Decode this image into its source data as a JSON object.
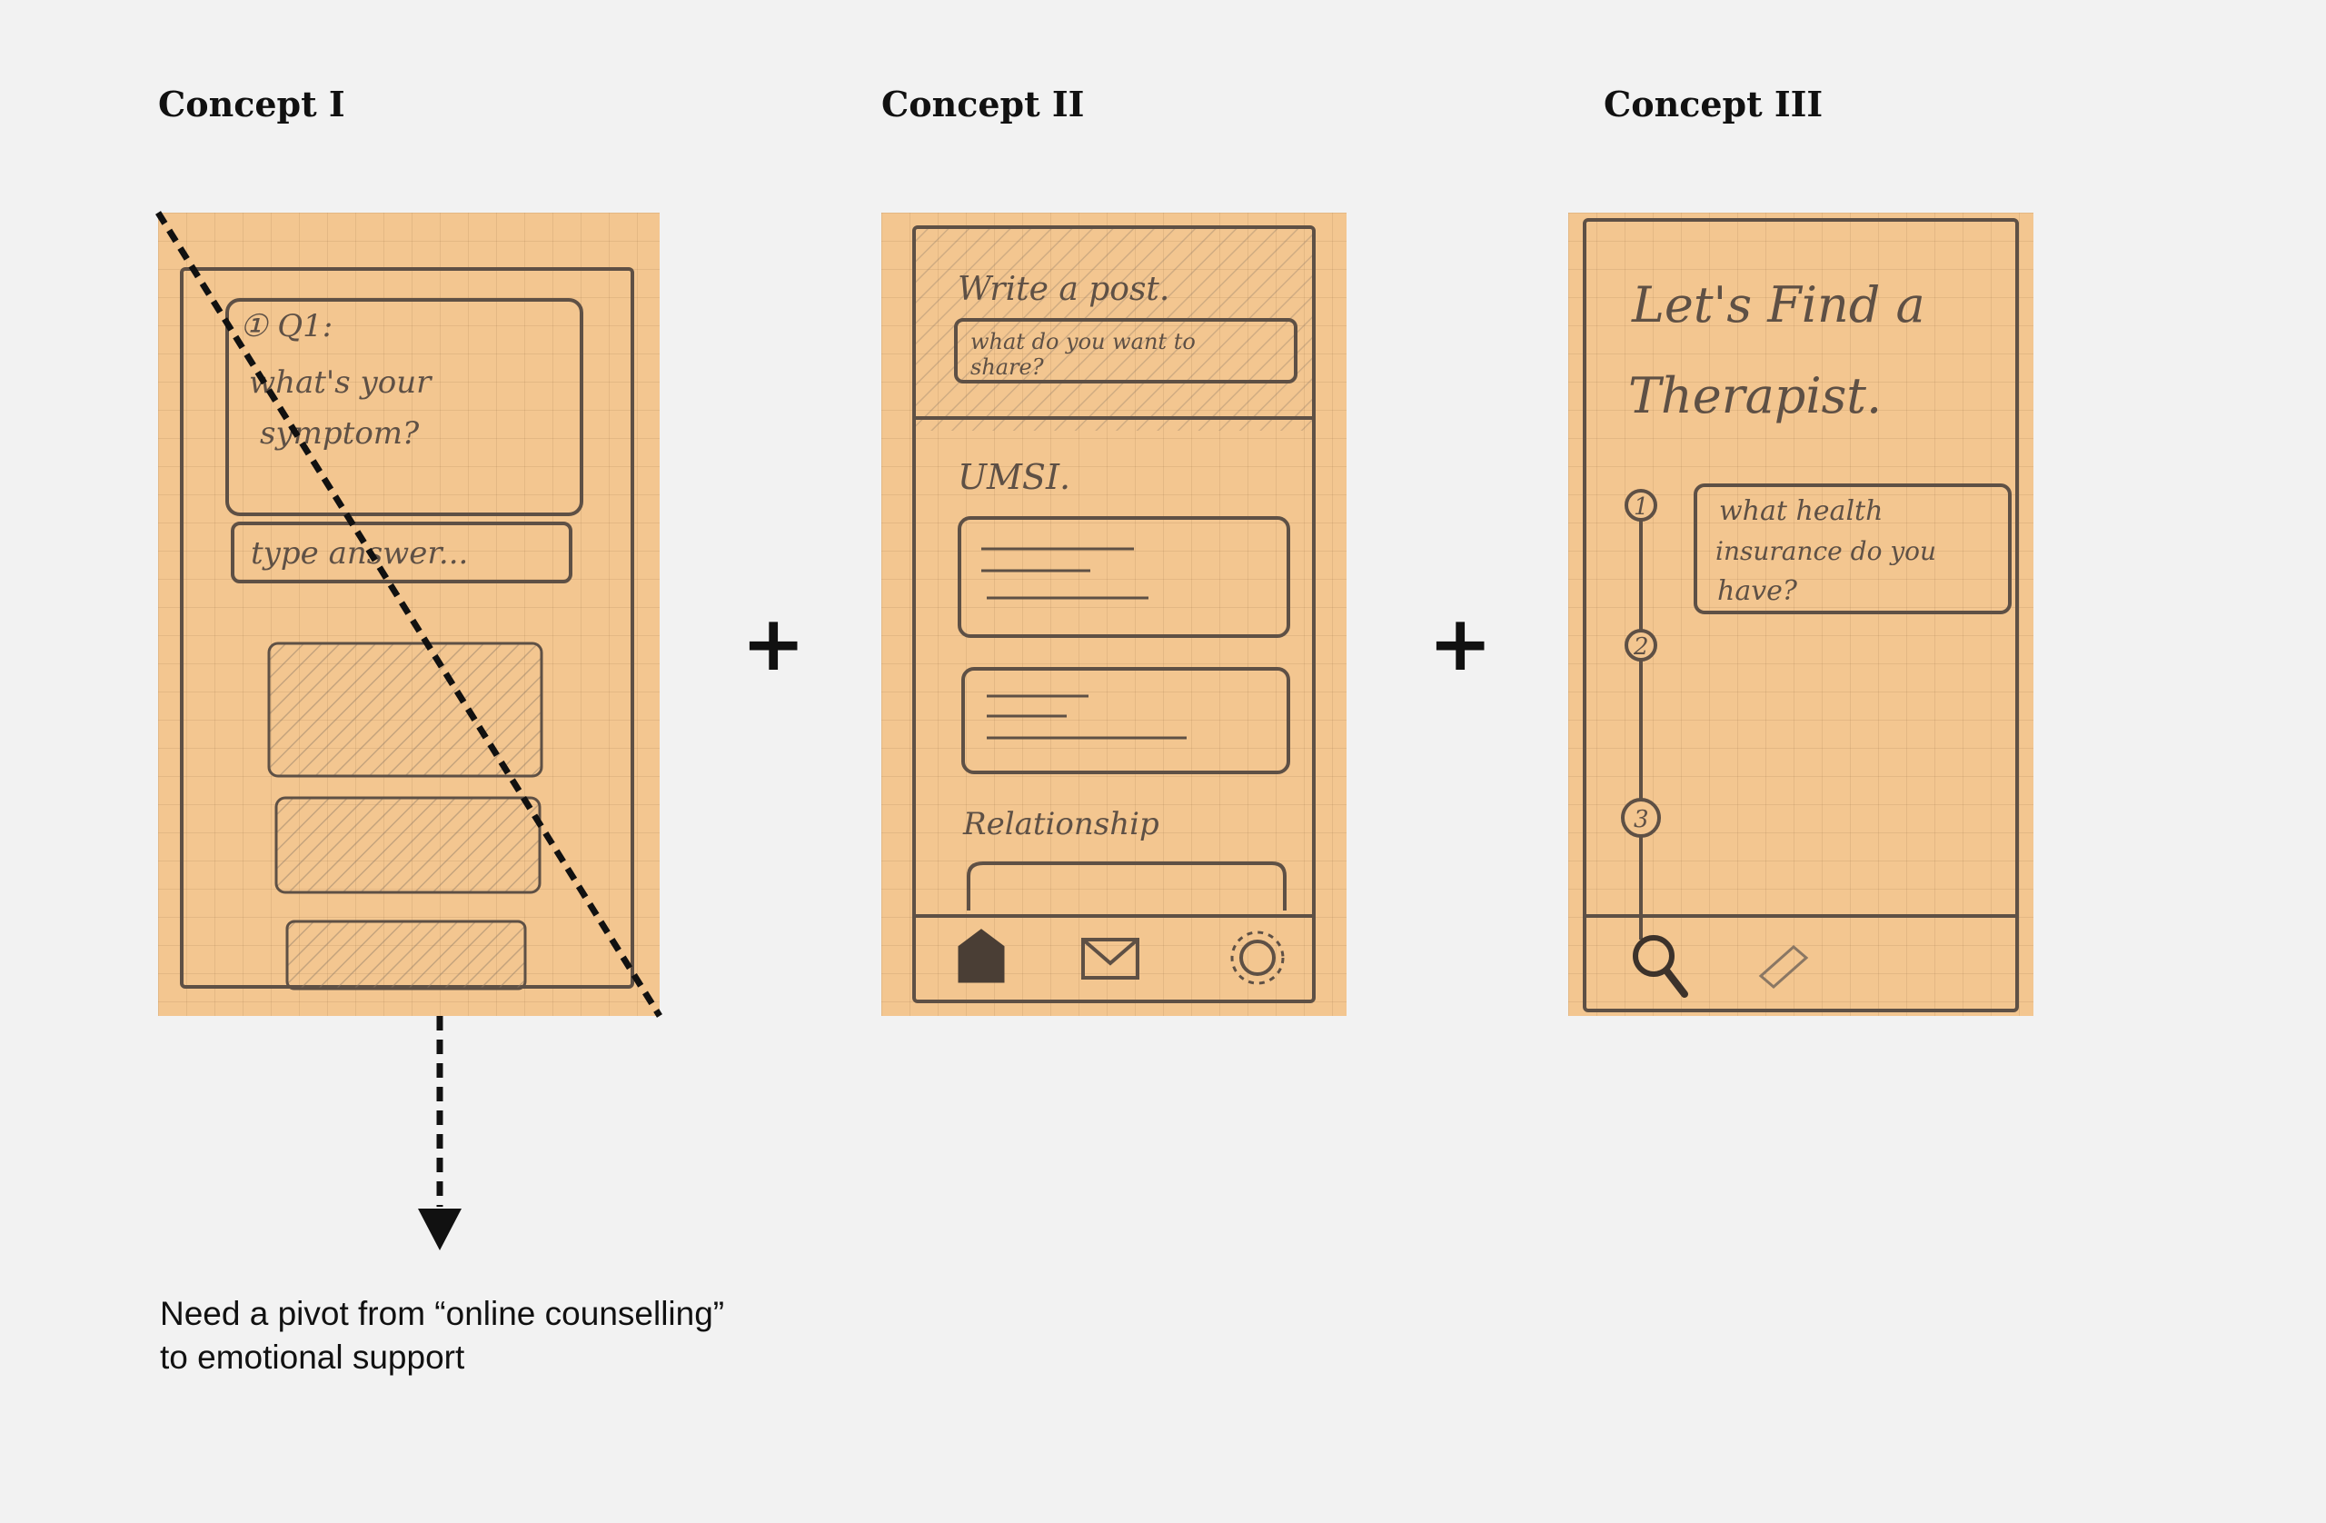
{
  "concepts": [
    {
      "title": "Concept I",
      "sketch": {
        "question_number": "① Q1:",
        "question_line1": "what's your",
        "question_line2": "symptom?",
        "answer_placeholder": "type answer..."
      }
    },
    {
      "title": "Concept II",
      "sketch": {
        "header": "Write a post.",
        "input_line1": "what do you want to",
        "input_line2": "share?",
        "section1": "UMSI.",
        "section2": "Relationship",
        "nav_icons": [
          "home-icon",
          "mail-icon",
          "settings-gear-icon"
        ]
      }
    },
    {
      "title": "Concept III",
      "sketch": {
        "title_line1": "Let's Find a",
        "title_line2": "Therapist.",
        "steps": [
          "1",
          "2",
          "3"
        ],
        "question_line1": "what health",
        "question_line2": "insurance do you",
        "question_line3": "have?",
        "nav_icons": [
          "search-icon",
          "edit-pencil-icon"
        ]
      }
    }
  ],
  "operators": [
    "+",
    "+"
  ],
  "note": {
    "line1": "Need a pivot from “online counselling”",
    "line2": "to emotional support"
  },
  "colors": {
    "background": "#f2f2f2",
    "paper": "#f3c690",
    "pencil": "#5e5045"
  }
}
